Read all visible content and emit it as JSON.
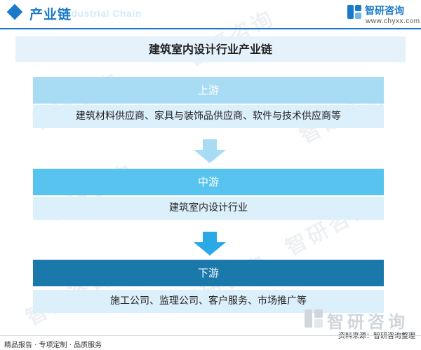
{
  "header": {
    "title": "产业链",
    "en_watermark": "Industrial Chain",
    "brand_name": "智研咨询",
    "brand_url": "www.chyxx.com",
    "accent_color": "#1a79c9"
  },
  "diagram": {
    "title": "建筑室内设计行业产业链",
    "stages": [
      {
        "label": "上游",
        "content": "建筑材料供应商、家具与装饰品供应商、软件与技术供应商等",
        "color": "#a8dcf4"
      },
      {
        "label": "中游",
        "content": "建筑室内设计行业",
        "color": "#58c3ee"
      },
      {
        "label": "下游",
        "content": "施工公司、监理公司、客户服务、市场推广等",
        "color": "#1a78aa"
      }
    ],
    "arrow_colors": [
      "#a8dcf4",
      "#29a9e6"
    ]
  },
  "watermark": {
    "text": "智研咨询"
  },
  "footer": {
    "tagline": "精品报告 · 专项定制 · 品质服务",
    "source": "资料来源：智研咨询整理",
    "logo_name": "智研咨询"
  }
}
